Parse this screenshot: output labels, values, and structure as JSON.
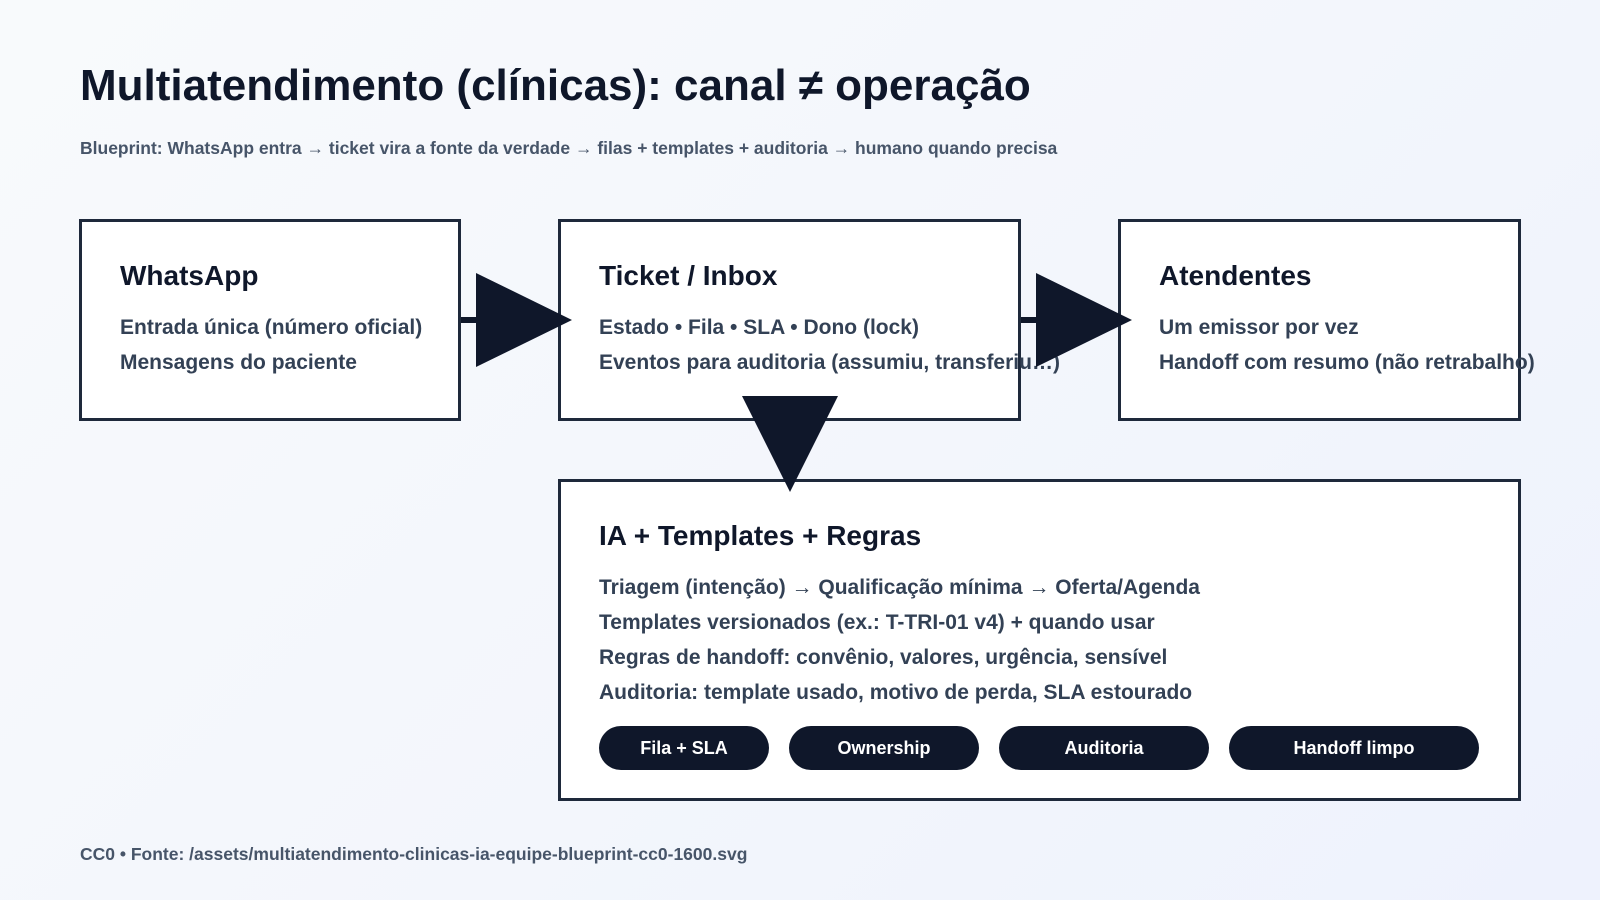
{
  "header": {
    "title": "Multiatendimento (clínicas): canal ≠ operação",
    "subtitle": "Blueprint: WhatsApp entra → ticket vira a fonte da verdade → filas + templates + auditoria → humano quando precisa"
  },
  "boxes": {
    "whatsapp": {
      "title": "WhatsApp",
      "lines": [
        "Entrada única (número oficial)",
        "Mensagens do paciente"
      ]
    },
    "ticket": {
      "title": "Ticket / Inbox",
      "lines": [
        "Estado • Fila • SLA • Dono (lock)",
        "Eventos para auditoria (assumiu, transferiu…)"
      ]
    },
    "atendentes": {
      "title": "Atendentes",
      "lines": [
        "Um emissor por vez",
        "Handoff com resumo (não retrabalho)"
      ]
    },
    "ia": {
      "title": "IA + Templates + Regras",
      "lines": [
        "Triagem (intenção) → Qualificação mínima → Oferta/Agenda",
        "Templates versionados (ex.: T-TRI-01 v4) + quando usar",
        "Regras de handoff: convênio, valores, urgência, sensível",
        "Auditoria: template usado, motivo de perda, SLA estourado"
      ],
      "pills": [
        "Fila + SLA",
        "Ownership",
        "Auditoria",
        "Handoff limpo"
      ]
    }
  },
  "footer": {
    "text": "CC0 • Fonte: /assets/multiatendimento-clinicas-ia-equipe-blueprint-cc0-1600.svg"
  },
  "colors": {
    "dark": "#0f172a",
    "border": "#1e293b",
    "text_secondary": "#475569",
    "box_text": "#334155",
    "box_background": "#ffffff"
  }
}
